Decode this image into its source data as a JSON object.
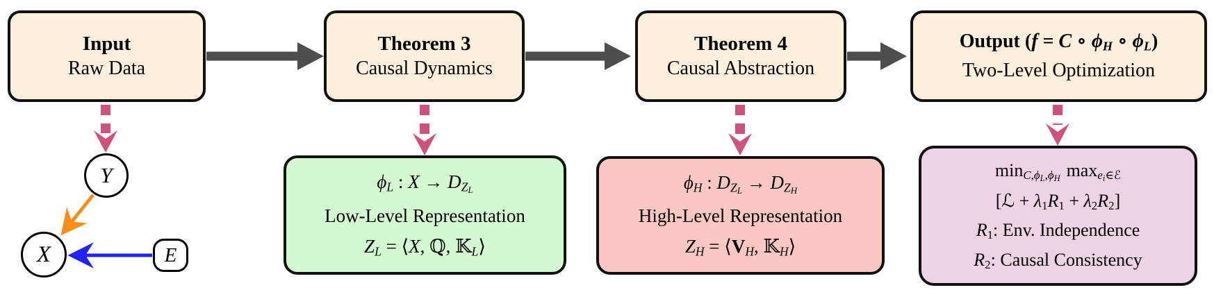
{
  "figure": {
    "top_boxes": [
      {
        "title": "Input",
        "subtitle": "Raw Data"
      },
      {
        "title": "Theorem 3",
        "subtitle": "Causal Dynamics"
      },
      {
        "title": "Theorem 4",
        "subtitle": "Causal Abstraction"
      },
      {
        "title_tokens": [
          {
            "t": "Output ",
            "c": "b"
          },
          {
            "t": "(",
            "c": ""
          },
          {
            "t": "f",
            "c": "i"
          },
          {
            "t": " = ",
            "c": ""
          },
          {
            "t": "C",
            "c": "i"
          },
          {
            "t": " ∘ ",
            "c": ""
          },
          {
            "t": "ϕ",
            "c": "i"
          },
          {
            "t": "H",
            "c": "i sub"
          },
          {
            "t": " ∘ ",
            "c": ""
          },
          {
            "t": "ϕ",
            "c": "i"
          },
          {
            "t": "L",
            "c": "i sub"
          },
          {
            "t": ")",
            "c": ""
          }
        ],
        "subtitle": "Two-Level Optimization"
      }
    ],
    "graph": {
      "nodes": [
        {
          "label": "Y"
        },
        {
          "label": "X"
        },
        {
          "label": "E"
        }
      ],
      "edges": [
        {
          "from": "Y",
          "to": "X",
          "color": "#ff8c1a"
        },
        {
          "from": "E",
          "to": "X",
          "color": "#2222ff"
        }
      ]
    },
    "green_box": {
      "line1_tokens": [
        {
          "t": "ϕ",
          "c": "i"
        },
        {
          "t": "L",
          "c": "i sub"
        },
        {
          "t": " : ",
          "c": ""
        },
        {
          "t": "X",
          "c": "i"
        },
        {
          "t": " → ",
          "c": ""
        },
        {
          "t": "D",
          "c": "i"
        },
        {
          "t": "Z",
          "c": "i sub"
        },
        {
          "t": "L",
          "c": "i ssub"
        }
      ],
      "line2": "Low-Level Representation",
      "line3_tokens": [
        {
          "t": "Z",
          "c": "i"
        },
        {
          "t": "L",
          "c": "i sub"
        },
        {
          "t": " = ",
          "c": ""
        },
        {
          "t": "⟨",
          "c": ""
        },
        {
          "t": "X",
          "c": "i"
        },
        {
          "t": ", ",
          "c": ""
        },
        {
          "t": "ℚ",
          "c": ""
        },
        {
          "t": ", ",
          "c": ""
        },
        {
          "t": "𝕂",
          "c": ""
        },
        {
          "t": "L",
          "c": "i sub"
        },
        {
          "t": "⟩",
          "c": ""
        }
      ]
    },
    "red_box": {
      "line1_tokens": [
        {
          "t": "ϕ",
          "c": "i"
        },
        {
          "t": "H",
          "c": "i sub"
        },
        {
          "t": " : ",
          "c": ""
        },
        {
          "t": "D",
          "c": "i"
        },
        {
          "t": "Z",
          "c": "i sub"
        },
        {
          "t": "L",
          "c": "i ssub"
        },
        {
          "t": " → ",
          "c": ""
        },
        {
          "t": "D",
          "c": "i"
        },
        {
          "t": "Z",
          "c": "i sub"
        },
        {
          "t": "H",
          "c": "i ssub"
        }
      ],
      "line2": "High-Level Representation",
      "line3_tokens": [
        {
          "t": "Z",
          "c": "i"
        },
        {
          "t": "H",
          "c": "i sub"
        },
        {
          "t": " = ",
          "c": ""
        },
        {
          "t": "⟨",
          "c": ""
        },
        {
          "t": "V",
          "c": "b"
        },
        {
          "t": "H",
          "c": "i sub"
        },
        {
          "t": ", ",
          "c": ""
        },
        {
          "t": "𝕂",
          "c": ""
        },
        {
          "t": "H",
          "c": "i sub"
        },
        {
          "t": "⟩",
          "c": ""
        }
      ]
    },
    "purple_box": {
      "line1_tokens": [
        {
          "t": "min",
          "c": ""
        },
        {
          "t": "C",
          "c": "i sub"
        },
        {
          "t": ",",
          "c": "sub"
        },
        {
          "t": "ϕ",
          "c": "i sub"
        },
        {
          "t": "L",
          "c": "i ssub"
        },
        {
          "t": ",",
          "c": "sub"
        },
        {
          "t": "ϕ",
          "c": "i sub"
        },
        {
          "t": "H",
          "c": "i ssub"
        },
        {
          "t": "max",
          "c": "m"
        },
        {
          "t": "e",
          "c": "i sub"
        },
        {
          "t": "i",
          "c": "i ssub"
        },
        {
          "t": "∈",
          "c": "sub"
        },
        {
          "t": "ℰ",
          "c": "sub"
        }
      ],
      "line2_tokens": [
        {
          "t": "[",
          "c": ""
        },
        {
          "t": "ℒ",
          "c": ""
        },
        {
          "t": " + ",
          "c": ""
        },
        {
          "t": "λ",
          "c": "i"
        },
        {
          "t": "1",
          "c": "sub"
        },
        {
          "t": "R",
          "c": "i"
        },
        {
          "t": "1",
          "c": "sub"
        },
        {
          "t": " + ",
          "c": ""
        },
        {
          "t": "λ",
          "c": "i"
        },
        {
          "t": "2",
          "c": "sub"
        },
        {
          "t": "R",
          "c": "i"
        },
        {
          "t": "2",
          "c": "sub"
        },
        {
          "t": "]",
          "c": ""
        }
      ],
      "line3_tokens": [
        {
          "t": "R",
          "c": "i"
        },
        {
          "t": "1",
          "c": "sub"
        },
        {
          "t": ": Env. Independence",
          "c": ""
        }
      ],
      "line4_tokens": [
        {
          "t": "R",
          "c": "i"
        },
        {
          "t": "2",
          "c": "sub"
        },
        {
          "t": ": Causal Consistency",
          "c": ""
        }
      ]
    },
    "colors": {
      "box_fill_cream": "#fcf0dc",
      "green_fill": "#d4f8d0",
      "red_fill": "#fac8c2",
      "purple_fill": "#eed3e4",
      "dashed_arrow": "#cd537b",
      "solid_arrow": "#4d4d4d",
      "edge_y_to_x": "#ff8c1a",
      "edge_e_to_x": "#2222ff",
      "border": "#111111"
    }
  }
}
